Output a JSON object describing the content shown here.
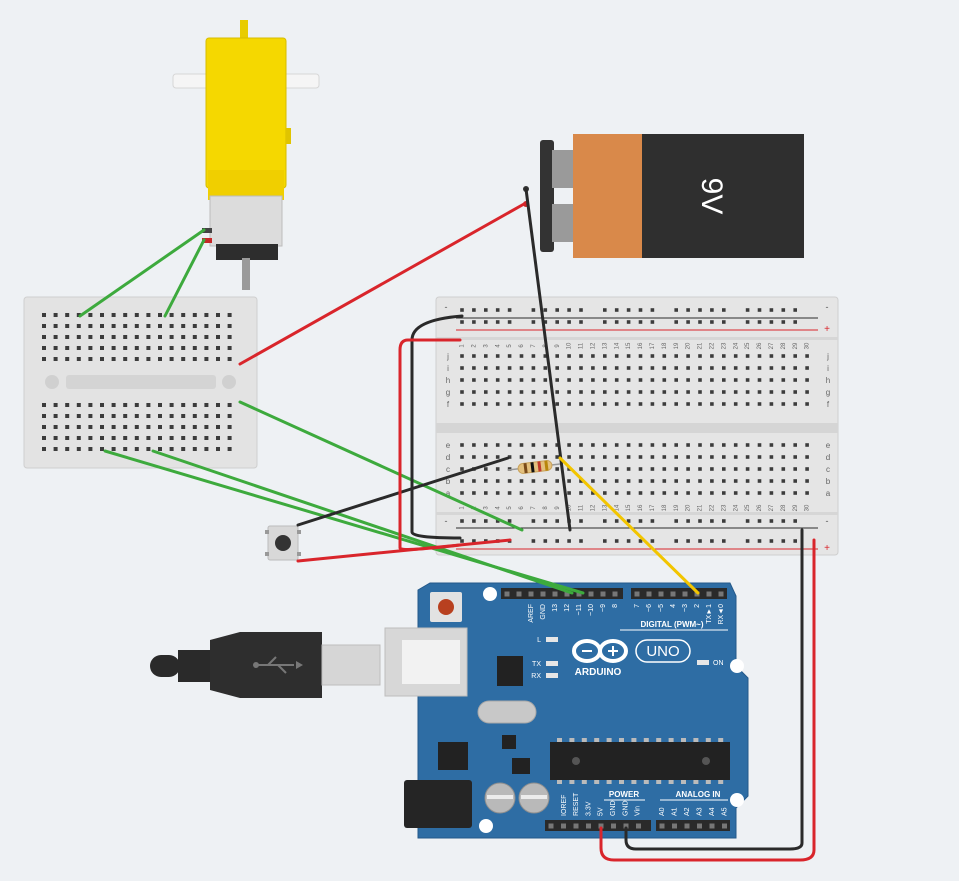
{
  "battery": {
    "label": "9V"
  },
  "arduino": {
    "brand": "ARDUINO",
    "model": "UNO",
    "digital_label": "DIGITAL (PWM~)",
    "power_label": "POWER",
    "analog_label": "ANALOG IN",
    "on_label": "ON",
    "led_labels": [
      "L",
      "TX",
      "RX"
    ],
    "digital_pins_left": [
      "AREF",
      "GND",
      "13",
      "12",
      "~11",
      "~10",
      "~9",
      "8"
    ],
    "digital_pins_right": [
      "7",
      "~6",
      "~5",
      "4",
      "~3",
      "2",
      "TX►1",
      "RX◄0"
    ],
    "power_pins": [
      "IOREF",
      "RESET",
      "3.3V",
      "5V",
      "GND",
      "GND",
      "Vin"
    ],
    "analog_pins": [
      "A0",
      "A1",
      "A2",
      "A3",
      "A4",
      "A5"
    ]
  },
  "breadboard": {
    "row_letters_top": [
      "j",
      "i",
      "h",
      "g",
      "f"
    ],
    "row_letters_bottom": [
      "e",
      "d",
      "c",
      "b",
      "a"
    ],
    "column_numbers": [
      "1",
      "2",
      "3",
      "4",
      "5",
      "6",
      "7",
      "8",
      "9",
      "10",
      "11",
      "12",
      "13",
      "14",
      "15",
      "16",
      "17",
      "18",
      "19",
      "20",
      "21",
      "22",
      "23",
      "24",
      "25",
      "26",
      "27",
      "28",
      "29",
      "30"
    ],
    "rail_minus": "-",
    "rail_plus": "+"
  },
  "colors": {
    "background": "#eef1f4",
    "arduino_board": "#2e6da4",
    "wire_green": "#3daa3d",
    "wire_red": "#d9252b",
    "wire_black": "#2a2a2a",
    "wire_yellow": "#f2c500",
    "motor_yellow": "#f5d800",
    "battery_copper": "#d9894a",
    "battery_black": "#2f2f2f"
  }
}
